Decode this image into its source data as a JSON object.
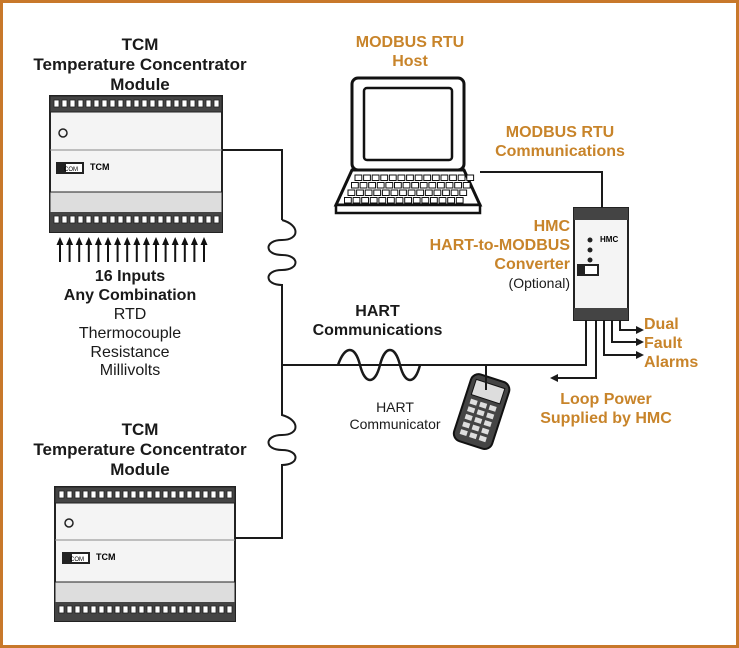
{
  "tcm_top": {
    "line1": "TCM",
    "line2": "Temperature Concentrator",
    "line3": "Module"
  },
  "tcm_bottom": {
    "line1": "TCM",
    "line2": "Temperature Concentrator",
    "line3": "Module"
  },
  "modbus_host": {
    "line1": "MODBUS RTU",
    "line2": "Host"
  },
  "modbus_comm": {
    "line1": "MODBUS RTU",
    "line2": "Communications"
  },
  "hmc": {
    "line1": "HMC",
    "line2": "HART-to-MODBUS",
    "line3": "Converter",
    "optional": "(Optional)"
  },
  "inputs": {
    "line1": "16 Inputs",
    "line2": "Any Combination",
    "types": [
      "RTD",
      "Thermocouple",
      "Resistance",
      "Millivolts"
    ]
  },
  "hart_comm": {
    "line1": "HART",
    "line2": "Communications"
  },
  "hart_communicator": {
    "line1": "HART",
    "line2": "Communicator"
  },
  "alarms": {
    "line1": "Dual",
    "line2": "Fault",
    "line3": "Alarms"
  },
  "loop_power": {
    "line1": "Loop Power",
    "line2": "Supplied by HMC"
  },
  "device_labels": {
    "tcm_tag": "TCM",
    "hmc_tag": "HMC",
    "port": "COM"
  },
  "colors": {
    "border": "#c8782a",
    "accent_text": "#c8842a",
    "line": "#1a1a1a"
  }
}
